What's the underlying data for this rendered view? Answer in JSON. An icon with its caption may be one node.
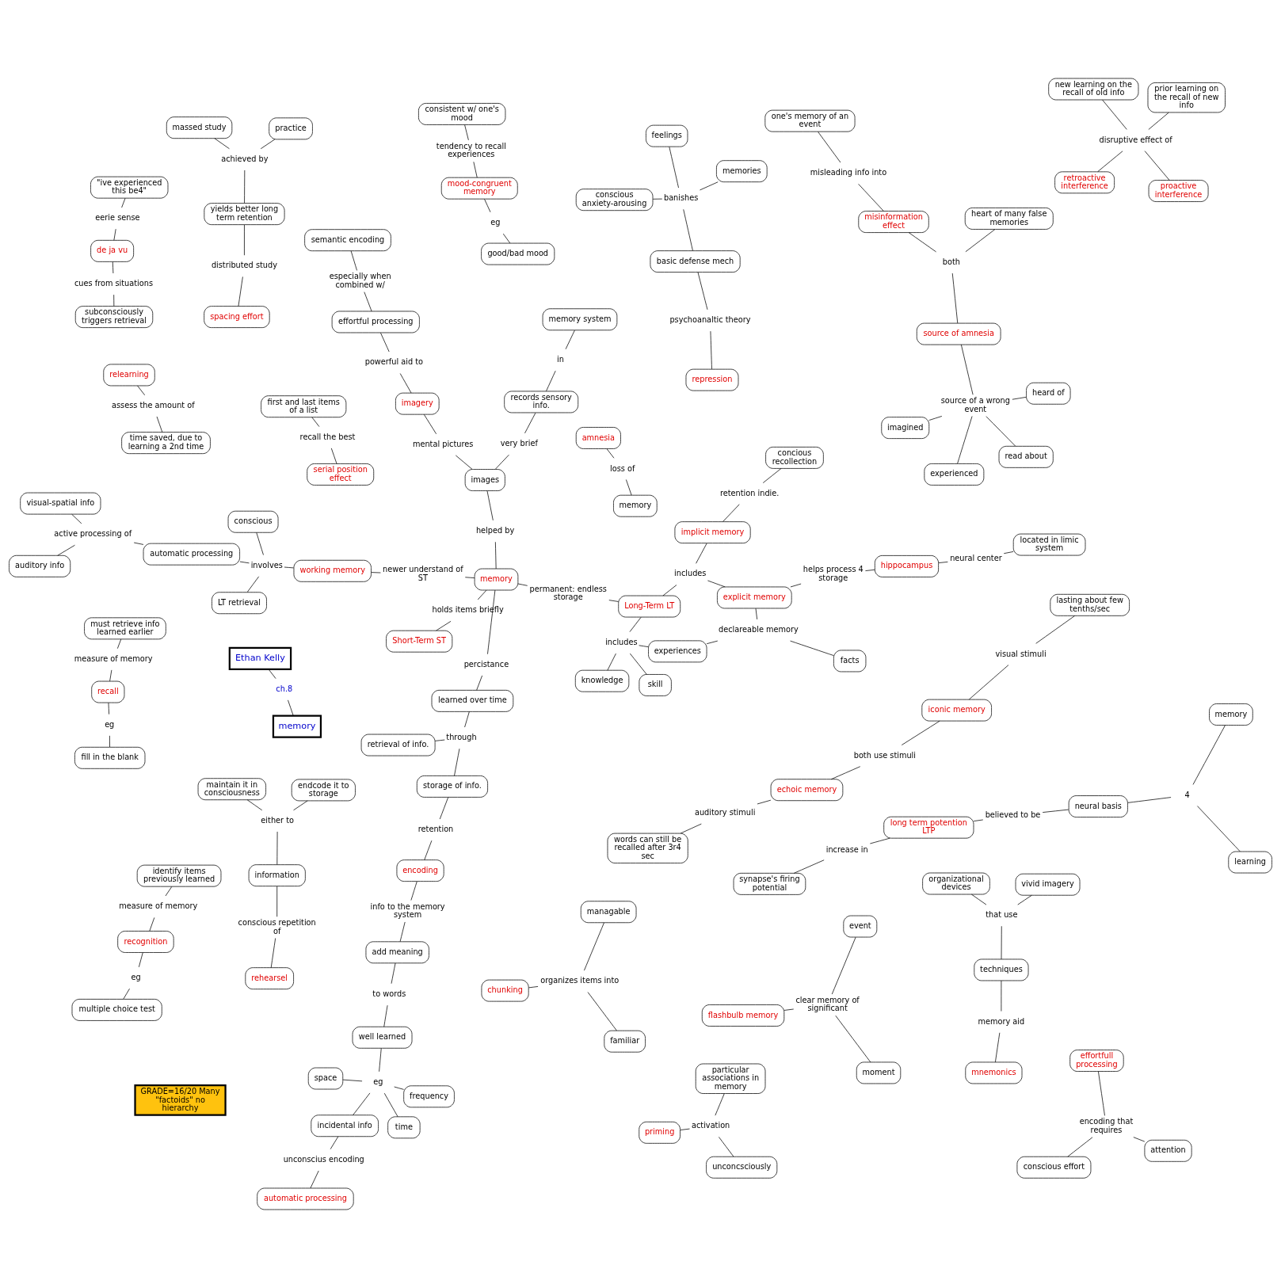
{
  "diagram": {
    "nodes": [
      {
        "text": [
          "memory"
        ]
      },
      {
        "text": [
          "encoding"
        ]
      },
      {
        "text": [
          "info to the memory system"
        ]
      },
      {
        "text": [
          "add meaning"
        ]
      },
      {
        "text": [
          "to words"
        ]
      },
      {
        "text": [
          "well learned"
        ]
      },
      {
        "text": [
          "eg"
        ]
      },
      {
        "text": [
          "frequency"
        ]
      },
      {
        "text": [
          "space"
        ]
      },
      {
        "text": [
          "time"
        ]
      },
      {
        "text": [
          "incidental info"
        ]
      },
      {
        "text": [
          "unconscius encoding"
        ]
      },
      {
        "text": [
          "automatic processing"
        ]
      },
      {
        "text": [
          "retention"
        ]
      },
      {
        "text": [
          "storage of info."
        ]
      },
      {
        "text": [
          "through"
        ]
      },
      {
        "text": [
          "retrieval of info."
        ]
      },
      {
        "text": [
          "learned over time"
        ]
      },
      {
        "text": [
          "percistance"
        ]
      },
      {
        "text": [
          "helped by"
        ]
      },
      {
        "text": [
          "images"
        ]
      },
      {
        "text": [
          "mental pictures"
        ]
      },
      {
        "text": [
          "imagery"
        ]
      },
      {
        "text": [
          "powerful aid to"
        ]
      },
      {
        "text": [
          "effortful processing"
        ]
      },
      {
        "text": [
          "especially when combined w/"
        ]
      },
      {
        "text": [
          "semantic encoding"
        ]
      },
      {
        "text": [
          "very brief"
        ]
      },
      {
        "text": [
          "records sensory info."
        ]
      },
      {
        "text": [
          "in"
        ]
      },
      {
        "text": [
          "memory system"
        ]
      },
      {
        "text": [
          "holds items briefly"
        ]
      },
      {
        "text": [
          "Short-Term ST"
        ]
      },
      {
        "text": [
          "newer understand of ST"
        ]
      },
      {
        "text": [
          "working memory"
        ]
      },
      {
        "text": [
          "permanent: endless storage"
        ]
      },
      {
        "text": [
          "Long-Term LT"
        ]
      },
      {
        "text": [
          "involves"
        ]
      },
      {
        "text": [
          "automatic processing"
        ]
      },
      {
        "text": [
          "LT retrieval"
        ]
      },
      {
        "text": [
          "conscious"
        ]
      },
      {
        "text": [
          "active processing of"
        ]
      },
      {
        "text": [
          "auditory info"
        ]
      },
      {
        "text": [
          "visual-spatial info"
        ]
      },
      {
        "text": [
          "skill"
        ]
      },
      {
        "text": [
          "includes"
        ]
      },
      {
        "text": [
          "experiences"
        ]
      },
      {
        "text": [
          "knowledge"
        ]
      },
      {
        "text": [
          "declareable memory"
        ]
      },
      {
        "text": [
          "facts"
        ]
      },
      {
        "text": [
          "includes"
        ]
      },
      {
        "text": [
          "implicit memory"
        ]
      },
      {
        "text": [
          "retention indie."
        ]
      },
      {
        "text": [
          "concious recollection"
        ]
      },
      {
        "text": [
          "explicit memory"
        ]
      },
      {
        "text": [
          "helps process 4 storage"
        ]
      },
      {
        "text": [
          "hippocampus"
        ]
      },
      {
        "text": [
          "neural center"
        ]
      },
      {
        "text": [
          "located in limic system"
        ]
      },
      {
        "text": [
          "spacing effort"
        ]
      },
      {
        "text": [
          "distributed study"
        ]
      },
      {
        "text": [
          "yields better long term retention"
        ]
      },
      {
        "text": [
          "achieved by"
        ]
      },
      {
        "text": [
          "practice"
        ]
      },
      {
        "text": [
          "massed study"
        ]
      },
      {
        "text": [
          "conscious effort"
        ]
      },
      {
        "text": [
          "attention"
        ]
      },
      {
        "text": [
          "encoding that requires"
        ]
      },
      {
        "text": [
          "effortfull processing"
        ]
      },
      {
        "text": [
          "echoic memory"
        ]
      },
      {
        "text": [
          "iconic memory"
        ]
      },
      {
        "text": [
          "both use stimuli"
        ]
      },
      {
        "text": [
          "visual stimuli"
        ]
      },
      {
        "text": [
          "lasting about few tenths/sec"
        ]
      },
      {
        "text": [
          "auditory stimuli"
        ]
      },
      {
        "text": [
          "words can still be recalled after 3r4 sec"
        ]
      },
      {
        "text": [
          "first and last items of a list"
        ]
      },
      {
        "text": [
          "recall the best"
        ]
      },
      {
        "text": [
          "serial position effect"
        ]
      },
      {
        "text": [
          "chunking"
        ]
      },
      {
        "text": [
          "organizes items into"
        ]
      },
      {
        "text": [
          "familiar"
        ]
      },
      {
        "text": [
          "managable"
        ]
      },
      {
        "text": [
          "Ethan Kelly"
        ]
      },
      {
        "text": [
          "ch.8"
        ]
      },
      {
        "text": [
          "memory"
        ]
      },
      {
        "text": [
          "rehearsel"
        ]
      },
      {
        "text": [
          "conscious repetition of"
        ]
      },
      {
        "text": [
          "information"
        ]
      },
      {
        "text": [
          "either to"
        ]
      },
      {
        "text": [
          "endcode it to storage"
        ]
      },
      {
        "text": [
          "maintain it in consciousness"
        ]
      },
      {
        "text": [
          "mnemonics"
        ]
      },
      {
        "text": [
          "memory aid"
        ]
      },
      {
        "text": [
          "techniques"
        ]
      },
      {
        "text": [
          "that use"
        ]
      },
      {
        "text": [
          "vivid imagery"
        ]
      },
      {
        "text": [
          "organizational devices"
        ]
      },
      {
        "text": [
          "repression"
        ]
      },
      {
        "text": [
          "psychoanaltic theory"
        ]
      },
      {
        "text": [
          "basic defense mech"
        ]
      },
      {
        "text": [
          "banishes"
        ]
      },
      {
        "text": [
          "memories"
        ]
      },
      {
        "text": [
          "feelings"
        ]
      },
      {
        "text": [
          "conscious anxiety-arousing"
        ]
      },
      {
        "text": [
          "GRADE=16/20 Many \"factoids\" no hierarchy"
        ]
      },
      {
        "text": [
          "long term potention LTP"
        ]
      },
      {
        "text": [
          "increase in"
        ]
      },
      {
        "text": [
          "synapse's firing potential"
        ]
      },
      {
        "text": [
          "believed to be"
        ]
      },
      {
        "text": [
          "neural basis"
        ]
      },
      {
        "text": [
          "4"
        ]
      },
      {
        "text": [
          "learning"
        ]
      },
      {
        "text": [
          "memory"
        ]
      },
      {
        "text": [
          "amnesia"
        ]
      },
      {
        "text": [
          "loss of"
        ]
      },
      {
        "text": [
          "memory"
        ]
      },
      {
        "text": [
          "relearning"
        ]
      },
      {
        "text": [
          "assess the amount of"
        ]
      },
      {
        "text": [
          "time saved, due to learning a 2nd time"
        ]
      },
      {
        "text": [
          "multiple choice test"
        ]
      },
      {
        "text": [
          "eg"
        ]
      },
      {
        "text": [
          "recognition"
        ]
      },
      {
        "text": [
          "measure of memory"
        ]
      },
      {
        "text": [
          "identify items previously learned"
        ]
      },
      {
        "text": [
          "recall"
        ]
      },
      {
        "text": [
          "eg"
        ]
      },
      {
        "text": [
          "fill in the blank"
        ]
      },
      {
        "text": [
          "measure of memory"
        ]
      },
      {
        "text": [
          "must retrieve info learned earlier"
        ]
      },
      {
        "text": [
          "mood-congruent memory"
        ]
      },
      {
        "text": [
          "tendency to recall experiences"
        ]
      },
      {
        "text": [
          "eg"
        ]
      },
      {
        "text": [
          "consistent w/ one's mood"
        ]
      },
      {
        "text": [
          "good/bad mood"
        ]
      },
      {
        "text": [
          "de ja vu"
        ]
      },
      {
        "text": [
          "cues from situations"
        ]
      },
      {
        "text": [
          "subconsciously triggers retrieval"
        ]
      },
      {
        "text": [
          "eerie sense"
        ]
      },
      {
        "text": [
          "\"ive experienced this be4\""
        ]
      },
      {
        "text": [
          "priming"
        ]
      },
      {
        "text": [
          "activation"
        ]
      },
      {
        "text": [
          "unconcsciously"
        ]
      },
      {
        "text": [
          "particular associations in memory"
        ]
      },
      {
        "text": [
          "flashbulb memory"
        ]
      },
      {
        "text": [
          "clear memory of significant"
        ]
      },
      {
        "text": [
          "moment"
        ]
      },
      {
        "text": [
          "event"
        ]
      },
      {
        "text": [
          "retroactive interference"
        ]
      },
      {
        "text": [
          "proactive interference"
        ]
      },
      {
        "text": [
          "disruptive effect of"
        ]
      },
      {
        "text": [
          "new learning on the recall of old info"
        ]
      },
      {
        "text": [
          "prior learning on the recall of new info"
        ]
      },
      {
        "text": [
          "misinformation effect"
        ]
      },
      {
        "text": [
          "both"
        ]
      },
      {
        "text": [
          "source of amnesia"
        ]
      },
      {
        "text": [
          "heart of many false memories"
        ]
      },
      {
        "text": [
          "misleading info into"
        ]
      },
      {
        "text": [
          "one's memory of an event"
        ]
      },
      {
        "text": [
          "source of a wrong event"
        ]
      },
      {
        "text": [
          "read about"
        ]
      },
      {
        "text": [
          "imagined"
        ]
      },
      {
        "text": [
          "experienced"
        ]
      },
      {
        "text": [
          "heard of"
        ]
      }
    ],
    "edges": [
      {
        "from": 1,
        "to": 2,
        "arrow": "none"
      },
      {
        "from": 2,
        "to": 3,
        "arrow": "none"
      },
      {
        "from": 3,
        "to": 4,
        "arrow": "none"
      },
      {
        "from": 4,
        "to": 5,
        "arrow": "none"
      },
      {
        "from": 5,
        "to": 6,
        "arrow": "none"
      },
      {
        "from": 6,
        "to": 7,
        "arrow": "none"
      },
      {
        "from": 6,
        "to": 8,
        "arrow": "none"
      },
      {
        "from": 6,
        "to": 9,
        "arrow": "none"
      },
      {
        "from": 6,
        "to": 10,
        "arrow": "none"
      },
      {
        "from": 10,
        "to": 11,
        "arrow": "none"
      },
      {
        "from": 11,
        "to": 12,
        "arrow": "none"
      },
      {
        "from": 1,
        "to": 13,
        "arrow": "none"
      },
      {
        "from": 13,
        "to": 14,
        "arrow": "none"
      },
      {
        "from": 14,
        "to": 15,
        "arrow": "none"
      },
      {
        "from": 15,
        "to": 16,
        "arrow": "none"
      },
      {
        "from": 17,
        "to": 15,
        "arrow": "none"
      },
      {
        "from": 17,
        "to": 18,
        "arrow": "none"
      },
      {
        "from": 0,
        "to": 18,
        "arrow": "none"
      },
      {
        "from": 0,
        "to": 19,
        "arrow": "none"
      },
      {
        "from": 19,
        "to": 20,
        "arrow": "none"
      },
      {
        "from": 20,
        "to": 21,
        "arrow": "none"
      },
      {
        "from": 21,
        "to": 22,
        "arrow": "none"
      },
      {
        "from": 22,
        "to": 23,
        "arrow": "none"
      },
      {
        "from": 23,
        "to": 24,
        "arrow": "none"
      },
      {
        "from": 24,
        "to": 25,
        "arrow": "none"
      },
      {
        "from": 25,
        "to": 26,
        "arrow": "none"
      },
      {
        "from": 20,
        "to": 27,
        "arrow": "none"
      },
      {
        "from": 27,
        "to": 28,
        "arrow": "none"
      },
      {
        "from": 28,
        "to": 29,
        "arrow": "none"
      },
      {
        "from": 29,
        "to": 30,
        "arrow": "none"
      },
      {
        "from": 0,
        "to": 31,
        "arrow": "none"
      },
      {
        "from": 31,
        "to": 32,
        "arrow": "none"
      },
      {
        "from": 0,
        "to": 33,
        "arrow": "none"
      },
      {
        "from": 33,
        "to": 34,
        "arrow": "none"
      },
      {
        "from": 0,
        "to": 35,
        "arrow": "none"
      },
      {
        "from": 35,
        "to": 36,
        "arrow": "none"
      },
      {
        "from": 34,
        "to": 37,
        "arrow": "none"
      },
      {
        "from": 37,
        "to": 38,
        "arrow": "none"
      },
      {
        "from": 37,
        "to": 39,
        "arrow": "none"
      },
      {
        "from": 37,
        "to": 40,
        "arrow": "none"
      },
      {
        "from": 38,
        "to": 41,
        "arrow": "none"
      },
      {
        "from": 41,
        "to": 42,
        "arrow": "none"
      },
      {
        "from": 41,
        "to": 43,
        "arrow": "none"
      },
      {
        "from": 36,
        "to": 45,
        "arrow": "none"
      },
      {
        "from": 44,
        "to": 45,
        "arrow": "none"
      },
      {
        "from": 45,
        "to": 46,
        "arrow": "none"
      },
      {
        "from": 45,
        "to": 47,
        "arrow": "none"
      },
      {
        "from": 46,
        "to": 48,
        "arrow": "none"
      },
      {
        "from": 49,
        "to": 48,
        "arrow": "none"
      },
      {
        "from": 48,
        "to": 54,
        "arrow": "none"
      },
      {
        "from": 36,
        "to": 50,
        "arrow": "none"
      },
      {
        "from": 50,
        "to": 51,
        "arrow": "none"
      },
      {
        "from": 50,
        "to": 54,
        "arrow": "none"
      },
      {
        "from": 51,
        "to": 52,
        "arrow": "none"
      },
      {
        "from": 52,
        "to": 53,
        "arrow": "none"
      },
      {
        "from": 54,
        "to": 55,
        "arrow": "none"
      },
      {
        "from": 55,
        "to": 56,
        "arrow": "none"
      },
      {
        "from": 56,
        "to": 57,
        "arrow": "none"
      },
      {
        "from": 57,
        "to": 58,
        "arrow": "none"
      },
      {
        "from": 59,
        "to": 60,
        "arrow": "none"
      },
      {
        "from": 60,
        "to": 61,
        "arrow": "none"
      },
      {
        "from": 61,
        "to": 62,
        "arrow": "none"
      },
      {
        "from": 62,
        "to": 63,
        "arrow": "none"
      },
      {
        "from": 62,
        "to": 64,
        "arrow": "none"
      },
      {
        "from": 65,
        "to": 67,
        "arrow": "none"
      },
      {
        "from": 66,
        "to": 67,
        "arrow": "none"
      },
      {
        "from": 67,
        "to": 68,
        "arrow": "none"
      },
      {
        "from": 70,
        "to": 71,
        "arrow": "none"
      },
      {
        "from": 69,
        "to": 71,
        "arrow": "none"
      },
      {
        "from": 70,
        "to": 72,
        "arrow": "none"
      },
      {
        "from": 72,
        "to": 73,
        "arrow": "none"
      },
      {
        "from": 69,
        "to": 74,
        "arrow": "none"
      },
      {
        "from": 74,
        "to": 75,
        "arrow": "none"
      },
      {
        "from": 78,
        "to": 77,
        "arrow": "none"
      },
      {
        "from": 77,
        "to": 76,
        "arrow": "none"
      },
      {
        "from": 79,
        "to": 80,
        "arrow": "none"
      },
      {
        "from": 81,
        "to": 80,
        "arrow": "none"
      },
      {
        "from": 80,
        "to": 82,
        "arrow": "none"
      },
      {
        "from": 83,
        "to": 84,
        "arrow": "none"
      },
      {
        "from": 84,
        "to": 85,
        "arrow": "none"
      },
      {
        "from": 86,
        "to": 87,
        "arrow": "none"
      },
      {
        "from": 87,
        "to": 88,
        "arrow": "none"
      },
      {
        "from": 88,
        "to": 89,
        "arrow": "none"
      },
      {
        "from": 89,
        "to": 90,
        "arrow": "none"
      },
      {
        "from": 89,
        "to": 91,
        "arrow": "none"
      },
      {
        "from": 92,
        "to": 93,
        "arrow": "none"
      },
      {
        "from": 93,
        "to": 94,
        "arrow": "none"
      },
      {
        "from": 94,
        "to": 95,
        "arrow": "none"
      },
      {
        "from": 95,
        "to": 96,
        "arrow": "none"
      },
      {
        "from": 95,
        "to": 97,
        "arrow": "none"
      },
      {
        "from": 98,
        "to": 99,
        "arrow": "none"
      },
      {
        "from": 99,
        "to": 100,
        "arrow": "none"
      },
      {
        "from": 100,
        "to": 101,
        "arrow": "none"
      },
      {
        "from": 102,
        "to": 101,
        "arrow": "none"
      },
      {
        "from": 103,
        "to": 101,
        "arrow": "none"
      },
      {
        "from": 101,
        "to": 104,
        "arrow": "none"
      },
      {
        "from": 106,
        "to": 107,
        "arrow": "none"
      },
      {
        "from": 107,
        "to": 108,
        "arrow": "none"
      },
      {
        "from": 106,
        "to": 109,
        "arrow": "none"
      },
      {
        "from": 109,
        "to": 110,
        "arrow": "none"
      },
      {
        "from": 110,
        "to": 111,
        "arrow": "none"
      },
      {
        "from": 111,
        "to": 112,
        "arrow": "none"
      },
      {
        "from": 111,
        "to": 113,
        "arrow": "none"
      },
      {
        "from": 114,
        "to": 115,
        "arrow": "none"
      },
      {
        "from": 115,
        "to": 116,
        "arrow": "none"
      },
      {
        "from": 117,
        "to": 118,
        "arrow": "none"
      },
      {
        "from": 118,
        "to": 119,
        "arrow": "none"
      },
      {
        "from": 120,
        "to": 121,
        "arrow": "none"
      },
      {
        "from": 121,
        "to": 122,
        "arrow": "none"
      },
      {
        "from": 122,
        "to": 123,
        "arrow": "none"
      },
      {
        "from": 123,
        "to": 124,
        "arrow": "none"
      },
      {
        "from": 125,
        "to": 128,
        "arrow": "none"
      },
      {
        "from": 125,
        "to": 126,
        "arrow": "none"
      },
      {
        "from": 126,
        "to": 127,
        "arrow": "none"
      },
      {
        "from": 128,
        "to": 129,
        "arrow": "none"
      },
      {
        "from": 130,
        "to": 131,
        "arrow": "none"
      },
      {
        "from": 131,
        "to": 133,
        "arrow": "none"
      },
      {
        "from": 130,
        "to": 132,
        "arrow": "none"
      },
      {
        "from": 132,
        "to": 134,
        "arrow": "none"
      },
      {
        "from": 135,
        "to": 136,
        "arrow": "none"
      },
      {
        "from": 136,
        "to": 137,
        "arrow": "none"
      },
      {
        "from": 135,
        "to": 138,
        "arrow": "none"
      },
      {
        "from": 138,
        "to": 139,
        "arrow": "none"
      },
      {
        "from": 140,
        "to": 141,
        "arrow": "none"
      },
      {
        "from": 141,
        "to": 142,
        "arrow": "none"
      },
      {
        "from": 141,
        "to": 143,
        "arrow": "none"
      },
      {
        "from": 144,
        "to": 145,
        "arrow": "none"
      },
      {
        "from": 145,
        "to": 146,
        "arrow": "none"
      },
      {
        "from": 145,
        "to": 147,
        "arrow": "none"
      },
      {
        "from": 148,
        "to": 150,
        "arrow": "none"
      },
      {
        "from": 149,
        "to": 150,
        "arrow": "none"
      },
      {
        "from": 150,
        "to": 151,
        "arrow": "none"
      },
      {
        "from": 150,
        "to": 152,
        "arrow": "none"
      },
      {
        "from": 153,
        "to": 154,
        "arrow": "none"
      },
      {
        "from": 155,
        "to": 154,
        "arrow": "none"
      },
      {
        "from": 154,
        "to": 156,
        "arrow": "none"
      },
      {
        "from": 153,
        "to": 157,
        "arrow": "none"
      },
      {
        "from": 157,
        "to": 158,
        "arrow": "none"
      },
      {
        "from": 155,
        "to": 159,
        "arrow": "none"
      },
      {
        "from": 159,
        "to": 160,
        "arrow": "none"
      },
      {
        "from": 159,
        "to": 161,
        "arrow": "none"
      },
      {
        "from": 159,
        "to": 162,
        "arrow": "none"
      },
      {
        "from": 159,
        "to": 163,
        "arrow": "none"
      }
    ]
  }
}
